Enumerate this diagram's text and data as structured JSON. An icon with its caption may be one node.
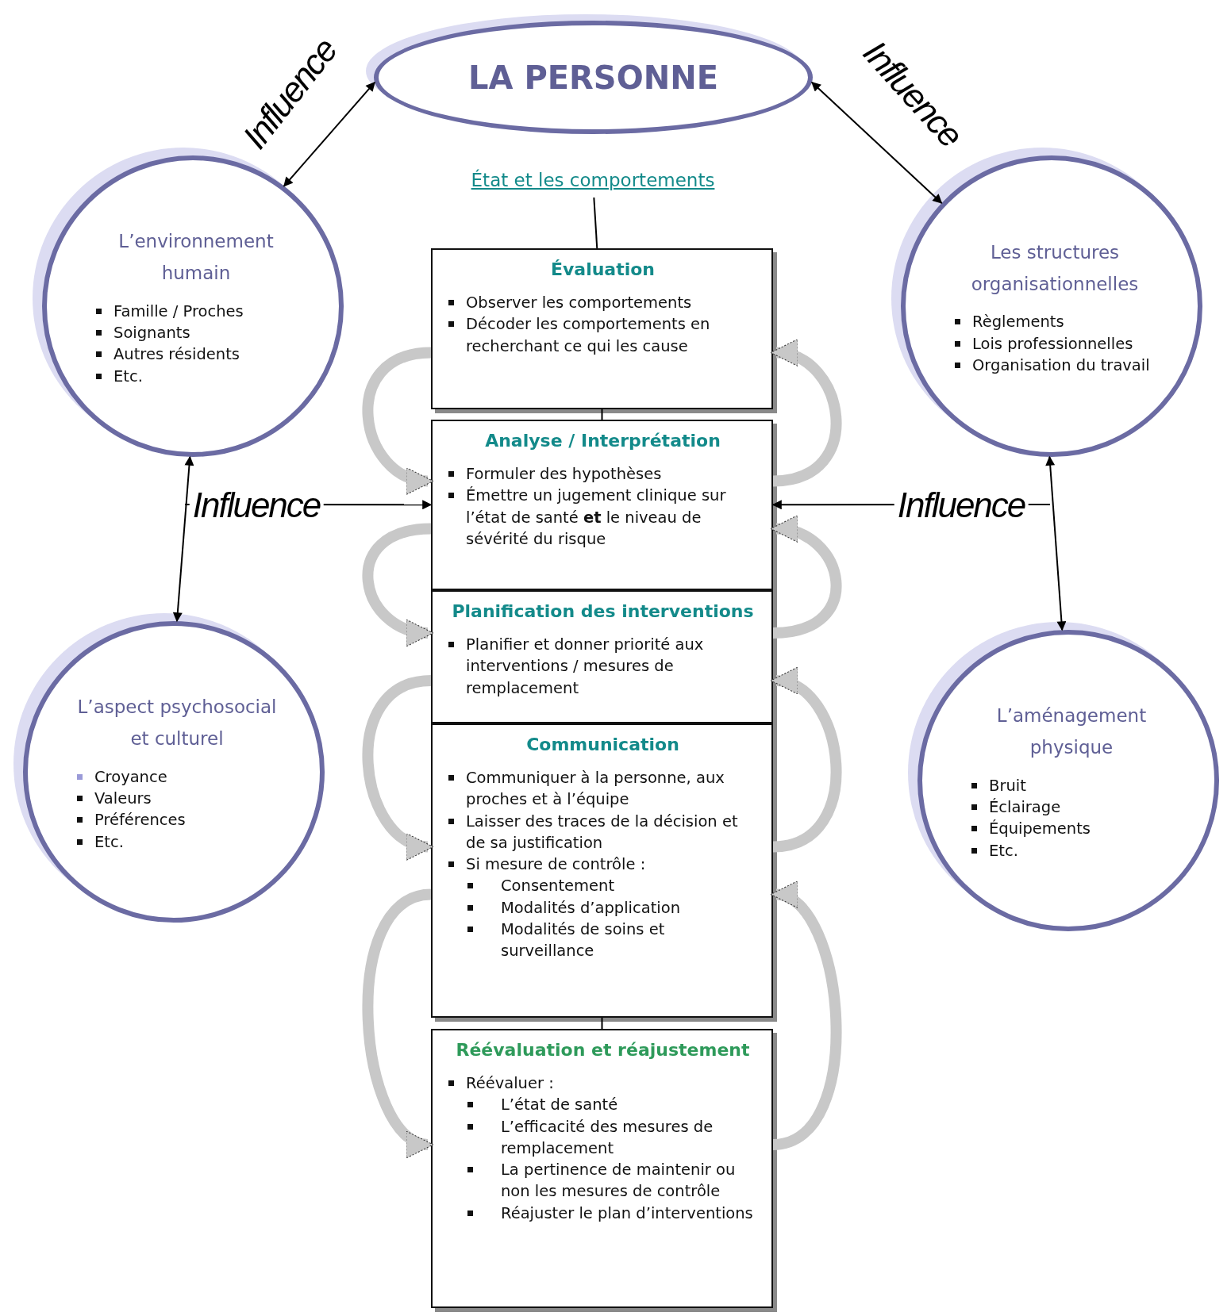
{
  "diagram": {
    "nodes": [
      {
        "text": [
          "LA PERSONNE"
        ]
      },
      {
        "text": [
          "État et les comportements"
        ]
      },
      {
        "text": [
          "L’environnement humain",
          "Famille / Proches",
          "Soignants",
          "Autres résidents",
          "Etc."
        ]
      },
      {
        "text": [
          "Les structures organisationnelles",
          "Règlements",
          "Lois professionnelles",
          "Organisation du travail"
        ]
      },
      {
        "text": [
          "L’aspect psychosocial et culturel",
          "Croyance",
          "Valeurs",
          "Préférences",
          "Etc."
        ]
      },
      {
        "text": [
          "L’aménagement physique",
          "Bruit",
          "Éclairage",
          "Équipements",
          "Etc."
        ]
      },
      {
        "text": [
          "Évaluation",
          "Observer les comportements",
          "Décoder les comportements en recherchant ce qui les cause"
        ]
      },
      {
        "text": [
          "Analyse / Interprétation",
          "Formuler des hypothèses",
          "Émettre un jugement clinique sur l’état de santé **et** le niveau de sévérité du risque"
        ]
      },
      {
        "text": [
          "Planification des interventions",
          "Planifier et donner priorité aux interventions / mesures de remplacement"
        ]
      },
      {
        "text": [
          "Communication",
          "Communiquer à la personne, aux proches et à l’équipe",
          "Laisser des traces de la décision et de sa justification",
          "Si mesure de contrôle :",
          "Consentement",
          "Modalités d’application",
          "Modalités de soins et surveillance"
        ]
      },
      {
        "text": [
          "Réévaluation et réajustement",
          "Réévaluer :",
          "L’état de santé",
          "L’efficacité des mesures de remplacement",
          "La pertinence de maintenir ou non les mesures de contrôle",
          "Réajuster le plan d’interventions"
        ]
      }
    ],
    "edges": [
      {
        "from": 2,
        "to": 0,
        "arrow": "both",
        "label": "Influence"
      },
      {
        "from": 0,
        "to": 3,
        "arrow": "both",
        "label": "Influence"
      },
      {
        "from": 2,
        "to": 4,
        "arrow": "both",
        "label": "Influence"
      },
      {
        "from": null,
        "to": 7,
        "arrow": "to"
      },
      {
        "from": 3,
        "to": 5,
        "arrow": "both",
        "label": "Influence"
      },
      {
        "from": null,
        "to": 7,
        "arrow": "to"
      },
      {
        "from": 1,
        "to": 6,
        "arrow": "none"
      },
      {
        "from": 6,
        "to": 7,
        "arrow": "none"
      },
      {
        "from": 9,
        "to": 10,
        "arrow": "none"
      },
      {
        "from": 6,
        "to": 7,
        "arrow": "to",
        "style": "thick",
        "color": "#c8c8c8"
      },
      {
        "from": 7,
        "to": 8,
        "arrow": "to",
        "style": "thick",
        "color": "#c8c8c8"
      },
      {
        "from": 8,
        "to": 9,
        "arrow": "to",
        "style": "thick",
        "color": "#c8c8c8"
      },
      {
        "from": 9,
        "to": 10,
        "arrow": "to",
        "style": "thick",
        "color": "#c8c8c8"
      },
      {
        "from": 7,
        "to": 6,
        "arrow": "to",
        "style": "thick",
        "color": "#c8c8c8"
      },
      {
        "from": 8,
        "to": 7,
        "arrow": "to",
        "style": "thick",
        "color": "#c8c8c8"
      },
      {
        "from": 9,
        "to": 8,
        "arrow": "to",
        "style": "thick",
        "color": "#c8c8c8"
      },
      {
        "from": 10,
        "to": 9,
        "arrow": "to",
        "style": "thick",
        "color": "#c8c8c8"
      }
    ]
  }
}
